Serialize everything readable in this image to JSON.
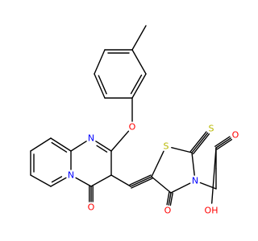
{
  "molecule": {
    "atoms": [
      {
        "id": "C1",
        "label": "",
        "color": "#000000"
      },
      {
        "id": "C2",
        "label": "",
        "color": "#000000"
      },
      {
        "id": "C3",
        "label": "",
        "color": "#000000"
      },
      {
        "id": "C4",
        "label": "",
        "color": "#000000"
      },
      {
        "id": "C5",
        "label": "",
        "color": "#000000"
      },
      {
        "id": "C6",
        "label": "",
        "color": "#000000"
      },
      {
        "id": "C7",
        "label": "",
        "color": "#000000"
      },
      {
        "id": "O1",
        "label": "O",
        "color": "#FF0000"
      },
      {
        "id": "C8",
        "label": "",
        "color": "#000000"
      },
      {
        "id": "N1",
        "label": "N",
        "color": "#0000FF"
      },
      {
        "id": "C9",
        "label": "",
        "color": "#000000"
      },
      {
        "id": "C10",
        "label": "",
        "color": "#000000"
      },
      {
        "id": "C11",
        "label": "",
        "color": "#000000"
      },
      {
        "id": "C12",
        "label": "",
        "color": "#000000"
      },
      {
        "id": "C13",
        "label": "",
        "color": "#000000"
      },
      {
        "id": "N2",
        "label": "N",
        "color": "#0000FF"
      },
      {
        "id": "C14",
        "label": "",
        "color": "#000000"
      },
      {
        "id": "O2",
        "label": "O",
        "color": "#FF0000"
      },
      {
        "id": "C15",
        "label": "",
        "color": "#000000"
      },
      {
        "id": "C16",
        "label": "",
        "color": "#000000"
      },
      {
        "id": "C17",
        "label": "",
        "color": "#000000"
      },
      {
        "id": "S1",
        "label": "S",
        "color": "#B8B800"
      },
      {
        "id": "C18",
        "label": "",
        "color": "#000000"
      },
      {
        "id": "S2",
        "label": "S",
        "color": "#B8B800"
      },
      {
        "id": "N3",
        "label": "N",
        "color": "#0000FF"
      },
      {
        "id": "C19",
        "label": "",
        "color": "#000000"
      },
      {
        "id": "O3",
        "label": "O",
        "color": "#FF0000"
      },
      {
        "id": "C20",
        "label": "",
        "color": "#000000"
      },
      {
        "id": "C21",
        "label": "",
        "color": "#000000"
      },
      {
        "id": "C22",
        "label": "",
        "color": "#000000"
      },
      {
        "id": "O4",
        "label": "O",
        "color": "#FF0000"
      },
      {
        "id": "O5",
        "label": "OH",
        "color": "#FF0000"
      }
    ],
    "bonds": [
      {
        "a": "C1",
        "b": "C2",
        "order": 1
      },
      {
        "a": "C2",
        "b": "C3",
        "order": 2
      },
      {
        "a": "C3",
        "b": "C4",
        "order": 1
      },
      {
        "a": "C4",
        "b": "C5",
        "order": 2
      },
      {
        "a": "C5",
        "b": "C6",
        "order": 1
      },
      {
        "a": "C6",
        "b": "C7",
        "order": 2
      },
      {
        "a": "C7",
        "b": "C2",
        "order": 1
      },
      {
        "a": "C6",
        "b": "O1",
        "order": 1
      },
      {
        "a": "O1",
        "b": "C8",
        "order": 1
      },
      {
        "a": "C8",
        "b": "N1",
        "order": 2
      },
      {
        "a": "N1",
        "b": "C9",
        "order": 1
      },
      {
        "a": "C9",
        "b": "C10",
        "order": 2
      },
      {
        "a": "C10",
        "b": "C11",
        "order": 1
      },
      {
        "a": "C11",
        "b": "C12",
        "order": 2
      },
      {
        "a": "C12",
        "b": "C13",
        "order": 1
      },
      {
        "a": "C13",
        "b": "N2",
        "order": 2
      },
      {
        "a": "N2",
        "b": "C9",
        "order": 1
      },
      {
        "a": "N2",
        "b": "C14",
        "order": 1
      },
      {
        "a": "C14",
        "b": "O2",
        "order": 2
      },
      {
        "a": "C14",
        "b": "C15",
        "order": 1
      },
      {
        "a": "C15",
        "b": "C8",
        "order": 1
      },
      {
        "a": "C15",
        "b": "C16",
        "order": 1
      },
      {
        "a": "C16",
        "b": "C17",
        "order": 2
      },
      {
        "a": "C17",
        "b": "S1",
        "order": 1
      },
      {
        "a": "S1",
        "b": "C18",
        "order": 1
      },
      {
        "a": "C18",
        "b": "S2",
        "order": 2
      },
      {
        "a": "C18",
        "b": "N3",
        "order": 1
      },
      {
        "a": "N3",
        "b": "C19",
        "order": 1
      },
      {
        "a": "C19",
        "b": "O3",
        "order": 2
      },
      {
        "a": "C19",
        "b": "C17",
        "order": 1
      },
      {
        "a": "N3",
        "b": "C20",
        "order": 1
      },
      {
        "a": "C20",
        "b": "C21",
        "order": 1
      },
      {
        "a": "C21",
        "b": "C22",
        "order": 1
      },
      {
        "a": "C22",
        "b": "O4",
        "order": 2
      },
      {
        "a": "C22",
        "b": "O5",
        "order": 1
      }
    ]
  }
}
